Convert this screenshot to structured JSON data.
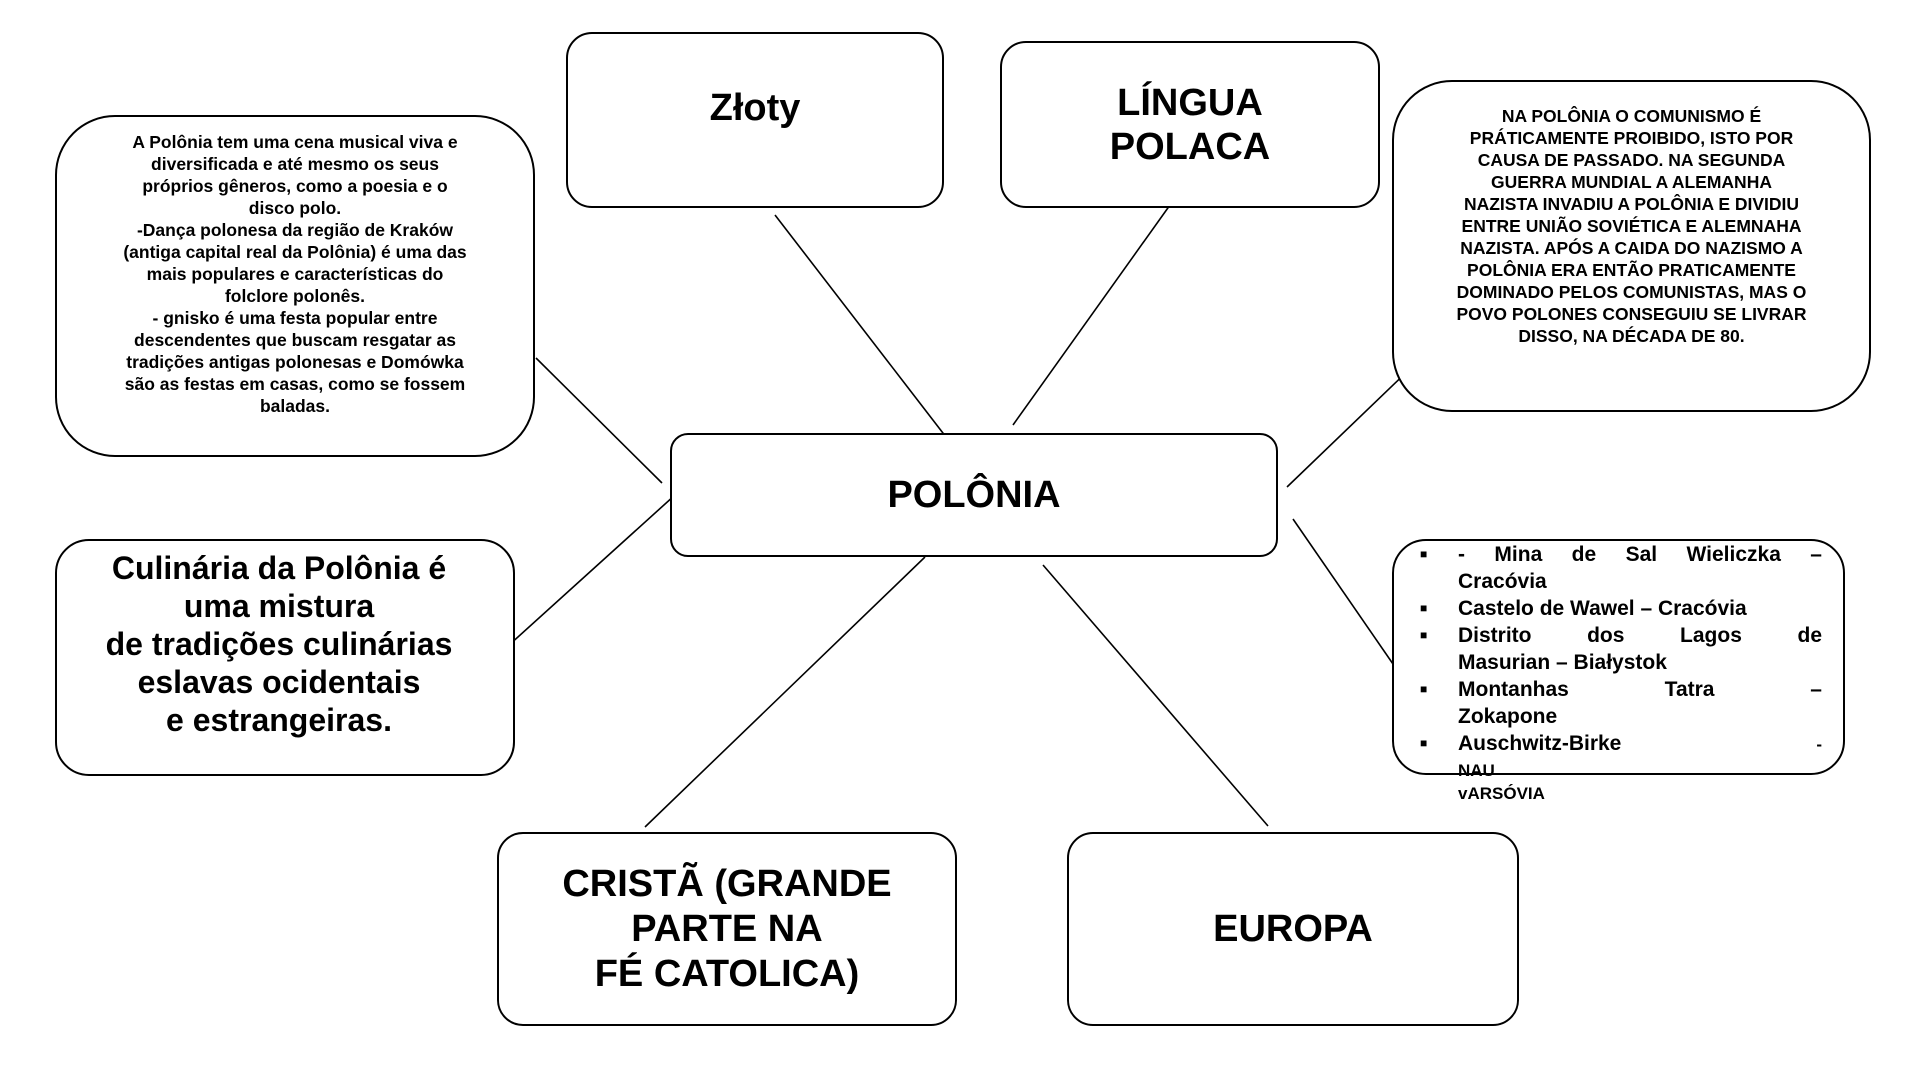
{
  "center": {
    "label": "POLÔNIA"
  },
  "currency": {
    "label": "Złoty"
  },
  "language": {
    "lines": [
      "LÍNGUA",
      "POLACA"
    ]
  },
  "music": {
    "lines": [
      "A Polônia tem uma cena musical viva e",
      "diversificada e até mesmo os seus",
      "próprios gêneros, como a poesia e o",
      "disco polo.",
      "-Dança polonesa da região de Kraków",
      "(antiga capital real da Polônia) é uma das",
      "mais populares e características do",
      "folclore polonês.",
      "-  gnisko é uma festa popular entre",
      "descendentes que buscam resgatar as",
      "tradições antigas polonesas e Domówka",
      "são as festas em casas, como se fossem",
      "baladas."
    ]
  },
  "history": {
    "lines": [
      "NA POLÔNIA O COMUNISMO É",
      "PRÁTICAMENTE PROIBIDO, ISTO POR",
      "CAUSA DE PASSADO. NA SEGUNDA",
      "GUERRA MUNDIAL A ALEMANHA",
      "NAZISTA INVADIU A POLÔNIA E DIVIDIU",
      "ENTRE UNIÃO SOVIÉTICA E ALEMNAHA",
      "NAZISTA. APÓS A CAIDA DO NAZISMO A",
      "POLÔNIA ERA ENTÃO PRATICAMENTE",
      "DOMINADO PELOS COMUNISTAS, MAS O",
      "POVO POLONES CONSEGUIU SE LIVRAR",
      "DISSO,  NA DÉCADA DE 80."
    ]
  },
  "food": {
    "lines": [
      "Culinária da Polônia é",
      "uma mistura",
      "de tradições culinárias",
      "eslavas ocidentais",
      "e estrangeiras."
    ]
  },
  "places": {
    "bullet": "■",
    "items": [
      {
        "line1": "- Mina de Sal Wieliczka –",
        "line2": "Cracóvia"
      },
      {
        "line1": "Castelo de Wawel – Cracóvia"
      },
      {
        "line1": "Distrito dos Lagos de",
        "line2": "Masurian – Białystok"
      },
      {
        "line1": "Montanhas Tatra –",
        "line2": "Zokapone"
      },
      {
        "line1": "Auschwitz-Birke",
        "line1_small": "NAU",
        "line1_end": "-",
        "line2": "vARSÓVIA"
      }
    ]
  },
  "religion": {
    "lines": [
      "CRISTÃ (GRANDE",
      "PARTE NA",
      "FÉ CATOLICA)"
    ]
  },
  "continent": {
    "label": "EUROPA"
  }
}
